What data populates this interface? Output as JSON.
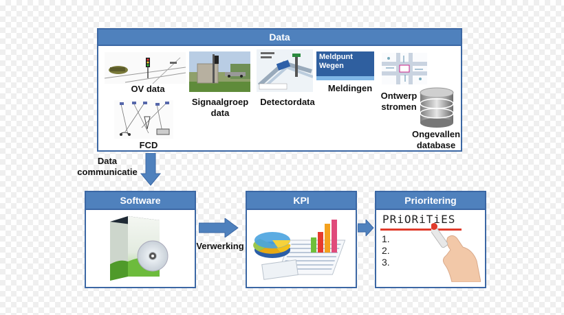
{
  "data_panel": {
    "title": "Data",
    "items": {
      "ov": "OV data",
      "fcd": "FCD",
      "signaal": "Signaalgroep data",
      "detector": "Detectordata",
      "meldingen": "Meldingen",
      "meldpunt_logo": "Meldpunt Wegen",
      "ontwerp": "Ontwerp stromen",
      "ongevallen": "Ongevallen database"
    }
  },
  "flow": {
    "data_comm": "Data communicatie",
    "verwerking": "Verwerking"
  },
  "software": {
    "title": "Software"
  },
  "kpi": {
    "title": "KPI"
  },
  "prioritering": {
    "title": "Prioritering",
    "heading": "PRiORiTiES",
    "list": [
      "1.",
      "2.",
      "3."
    ]
  },
  "colors": {
    "header": "#4f81bd",
    "border": "#3b67a4",
    "arrow": "#4f81bd"
  }
}
